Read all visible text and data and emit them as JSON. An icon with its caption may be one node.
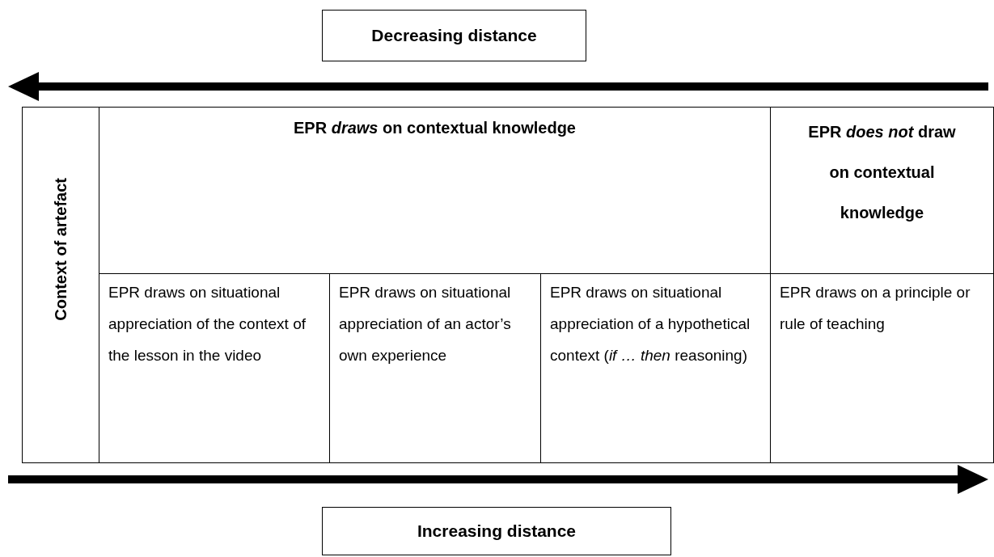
{
  "diagram": {
    "nodes": [
      {
        "text": [
          "Decreasing distance"
        ]
      },
      {
        "text": [
          "Increasing distance"
        ]
      }
    ],
    "edges": [],
    "labels": [
      "Context of artefact",
      "EPR *draws* on contextual knowledge",
      "EPR *does not* draw on contextual knowledge",
      "EPR draws on situational appreciation of the context of the lesson in the video",
      "EPR draws on situational appreciation of an actor’s own experience",
      "EPR draws on situational appreciation of a hypothetical context (*if … then* reasoning)",
      "EPR draws on a principle or rule of teaching"
    ]
  }
}
